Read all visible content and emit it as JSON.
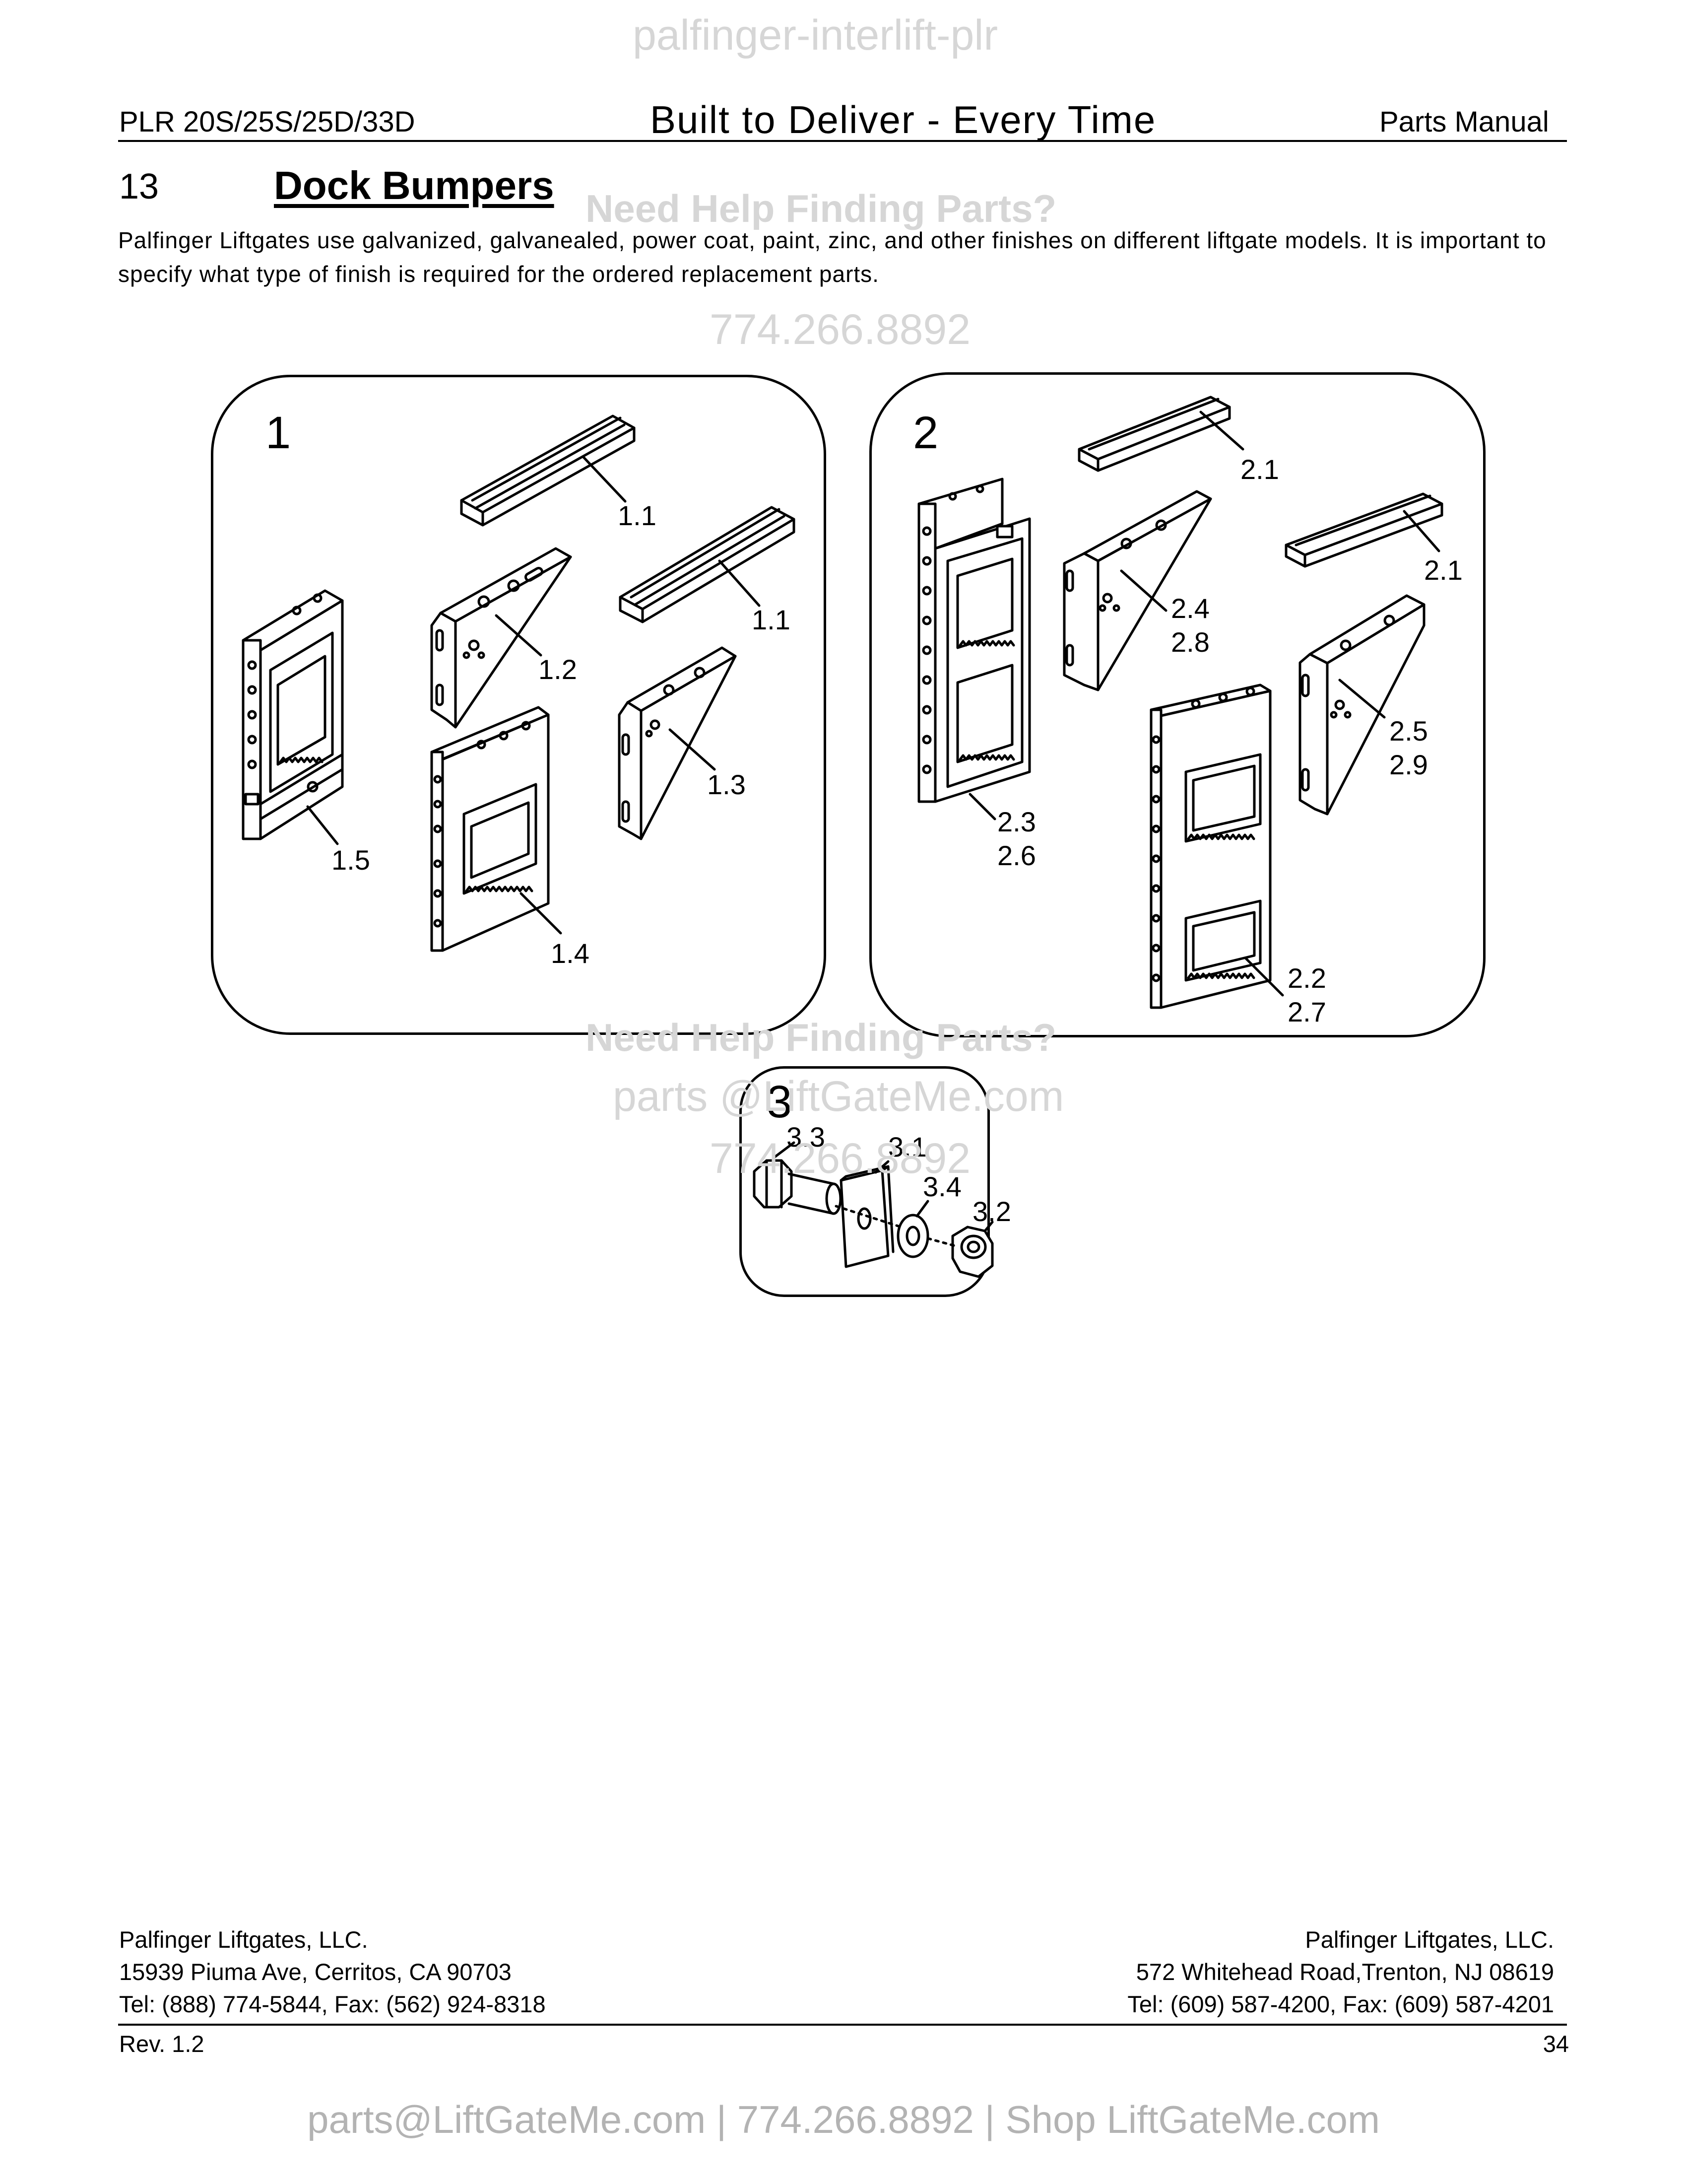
{
  "watermarks": {
    "top": "palfinger-interlift-plr",
    "help_1": "Need Help Finding Parts?",
    "phone_1": "774.266.8892",
    "help_2": "Need Help Finding Parts?",
    "email_2": "parts @LiftGateMe.com",
    "phone_2": "774.266.8892"
  },
  "header": {
    "model": "PLR 20S/25S/25D/33D",
    "tagline": "Built to Deliver - Every Time",
    "manual": "Parts Manual"
  },
  "section": {
    "number": "13",
    "title": "Dock Bumpers",
    "intro": "Palfinger Liftgates use galvanized, galvanealed, power coat, paint, zinc, and other finishes on different liftgate models. It is important to specify what type of finish is required for the ordered replacement parts."
  },
  "panels": [
    {
      "number": "1",
      "callouts": [
        "1.1",
        "1.1",
        "1.2",
        "1.3",
        "1.4",
        "1.5"
      ]
    },
    {
      "number": "2",
      "callouts": [
        "2.1",
        "2.1",
        "2.4",
        "2.8",
        "2.5",
        "2.9",
        "2.3",
        "2.6",
        "2.2",
        "2.7"
      ]
    },
    {
      "number": "3",
      "callouts": [
        "3.3",
        "3.1",
        "3.4",
        "3.2"
      ]
    }
  ],
  "footer": {
    "left": {
      "company": "Palfinger Liftgates, LLC.",
      "address": "15939 Piuma Ave, Cerritos, CA 90703",
      "phone": "Tel: (888) 774-5844, Fax: (562) 924-8318"
    },
    "right": {
      "company": "Palfinger Liftgates, LLC.",
      "address": "572 Whitehead Road,Trenton, NJ 08619",
      "phone": "Tel: (609) 587-4200, Fax: (609) 587-4201"
    },
    "revision": "Rev. 1.2",
    "page": "34"
  },
  "bottom_link": "parts@LiftGateMe.com | 774.266.8892 | Shop LiftGateMe.com",
  "colors": {
    "watermark": "#d6d6d6",
    "link": "#b3b3b3",
    "ink": "#000000"
  }
}
